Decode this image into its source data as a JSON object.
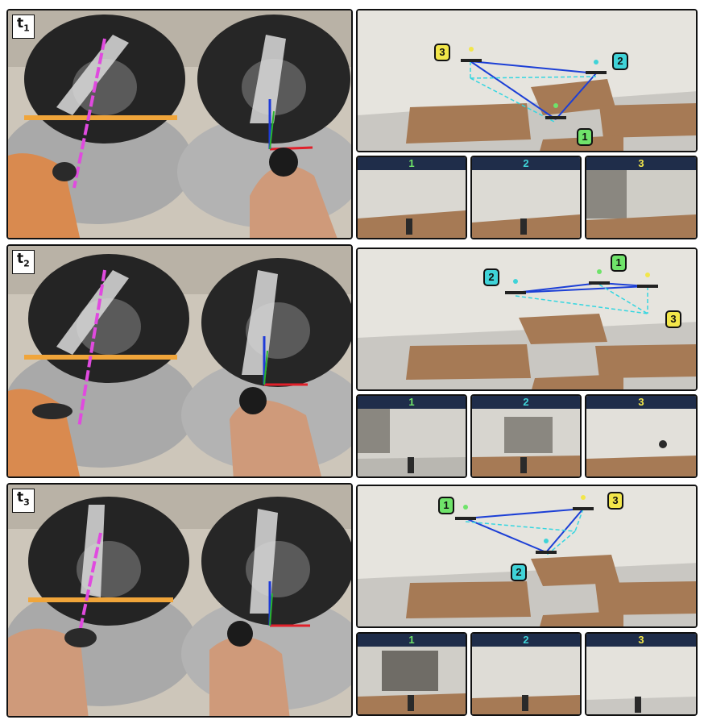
{
  "rows": [
    {
      "frame_label": {
        "base": "t",
        "sub": "1"
      },
      "arena_badges": [
        {
          "id": "3"
        },
        {
          "id": "2"
        },
        {
          "id": "1"
        }
      ],
      "cameras": [
        {
          "label": "1"
        },
        {
          "label": "2"
        },
        {
          "label": "3"
        }
      ]
    },
    {
      "frame_label": {
        "base": "t",
        "sub": "2"
      },
      "arena_badges": [
        {
          "id": "2"
        },
        {
          "id": "1"
        },
        {
          "id": "3"
        }
      ],
      "cameras": [
        {
          "label": "1"
        },
        {
          "label": "2"
        },
        {
          "label": "3"
        }
      ]
    },
    {
      "frame_label": {
        "base": "t",
        "sub": "3"
      },
      "arena_badges": [
        {
          "id": "1"
        },
        {
          "id": "3"
        },
        {
          "id": "2"
        }
      ],
      "cameras": [
        {
          "label": "1"
        },
        {
          "label": "2"
        },
        {
          "label": "3"
        }
      ]
    }
  ],
  "colors": {
    "drone_1": "#6fe36a",
    "drone_2": "#3fd3d8",
    "drone_3": "#f2e64a",
    "formation_solid": "#1c3fd6",
    "formation_dashed": "#35d6e0",
    "camera_header": "#1f2d4a",
    "attitude_line": "#e04adf",
    "axis_x": "#e0202a",
    "axis_y": "#29b52f",
    "axis_z": "#1e3ad8"
  }
}
